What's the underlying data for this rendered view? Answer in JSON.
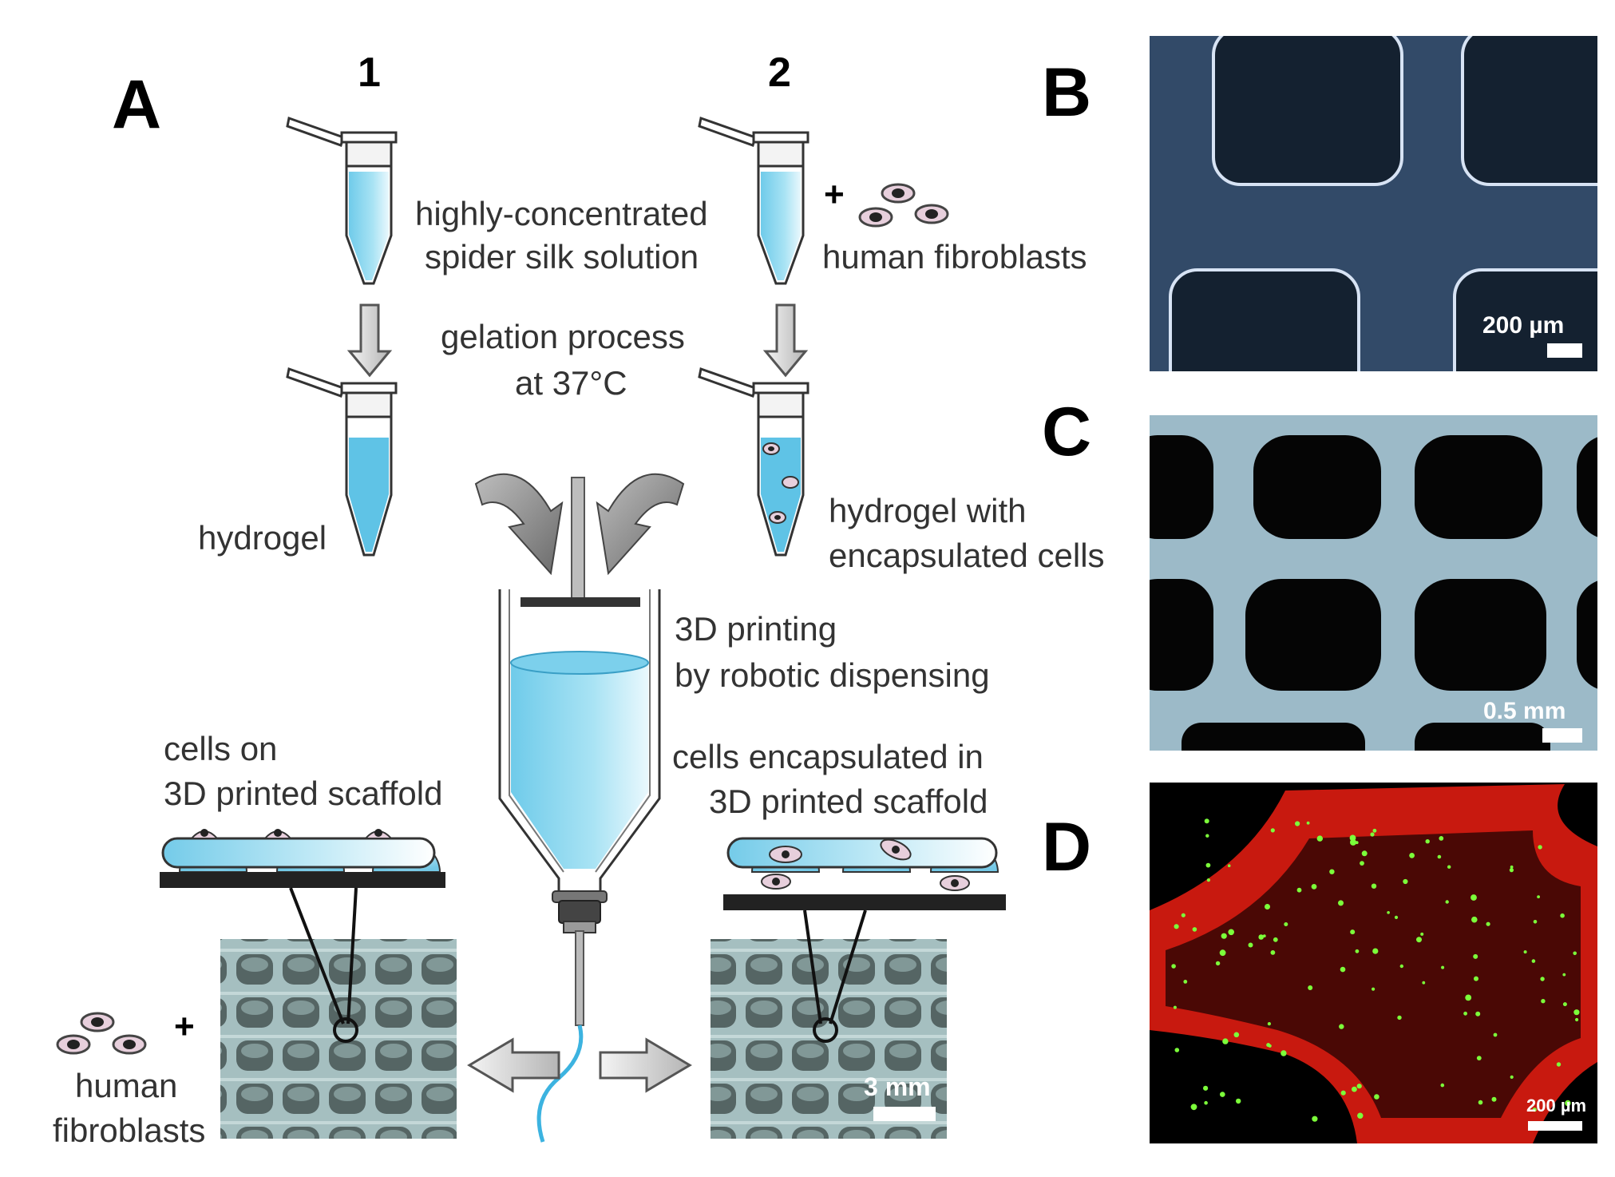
{
  "panels": {
    "a": "A",
    "b": "B",
    "c": "C",
    "d": "D"
  },
  "columns": {
    "one": "1",
    "two": "2"
  },
  "labels": {
    "solution_line1": "highly-concentrated",
    "solution_line2": "spider silk solution",
    "plus": "+",
    "fibroblasts_top": "human fibroblasts",
    "gelation_line1": "gelation process",
    "gelation_line2": "at 37°C",
    "hydrogel": "hydrogel",
    "hydrogel_cells_line1": "hydrogel with",
    "hydrogel_cells_line2": "encapsulated cells",
    "printing_line1": "3D printing",
    "printing_line2": "by robotic dispensing",
    "cells_on_line1": "cells on",
    "cells_on_line2": "3D printed scaffold",
    "cells_in_line1": "cells encapsulated in",
    "cells_in_line2": "3D printed scaffold",
    "bottom_plus": "+",
    "bottom_fib_line1": "human",
    "bottom_fib_line2": "fibroblasts"
  },
  "scale_bars": {
    "a_photo": "3 mm",
    "b": "200 µm",
    "c": "0.5 mm",
    "d": "200 µm"
  },
  "colors": {
    "liquid": "#8fd8ef",
    "liquid_dark": "#5fc3e6",
    "arrow_fill": "#cfcfcf",
    "fluor_red": "#d81d14",
    "fluor_green": "#7cff3a"
  }
}
